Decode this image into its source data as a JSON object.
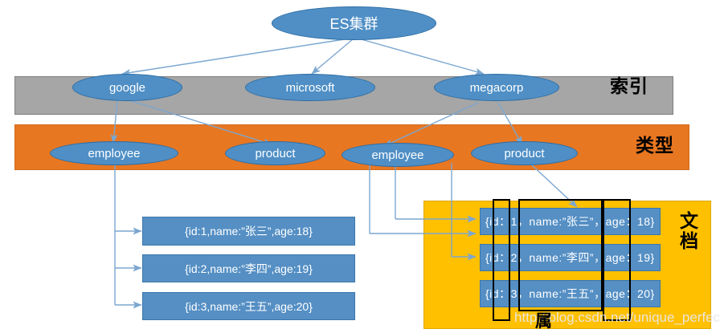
{
  "diagram": {
    "title": "ES集群",
    "root": {
      "label": "ES集群"
    },
    "bands": [
      {
        "key": "index",
        "label": "索引",
        "color": "#A6A6A6"
      },
      {
        "key": "type",
        "label": "类型",
        "color": "#E87722"
      },
      {
        "key": "document",
        "label": "文档",
        "color": "#FFC000"
      }
    ],
    "indices": [
      {
        "label": "google"
      },
      {
        "label": "microsoft"
      },
      {
        "label": "megacorp"
      }
    ],
    "types": [
      {
        "label": "employee",
        "parent": "google"
      },
      {
        "label": "product",
        "parent": "google"
      },
      {
        "label": "employee",
        "parent": "megacorp"
      },
      {
        "label": "product",
        "parent": "megacorp"
      }
    ],
    "documents_left": [
      {
        "text": "{id:1,name:”张三”,age:18}"
      },
      {
        "text": "{id:2,name:”李四”,age:19}"
      },
      {
        "text": "{id:3,name:”王五”,age:20}"
      }
    ],
    "documents_right": [
      {
        "text": "{id：1，name:”张三”，age：18}"
      },
      {
        "text": "{id：2，name:”李四”，age：19}"
      },
      {
        "text": "{id：3，name:”王五”，age：20}"
      }
    ],
    "field_highlights": [
      {
        "field": "id"
      },
      {
        "field": "name"
      },
      {
        "field": "age"
      }
    ],
    "watermark": {
      "url": "http://blog.csdn.net/unique_perfect",
      "overlay_char": "属"
    },
    "colors": {
      "index_band": "#A6A6A6",
      "type_band": "#E87722",
      "document_band": "#FFC000",
      "node_blue": "#4F8FC6",
      "chip_blue": "#558FC4",
      "connector": "#7BA7D0",
      "highlight_stroke": "#000000"
    }
  }
}
